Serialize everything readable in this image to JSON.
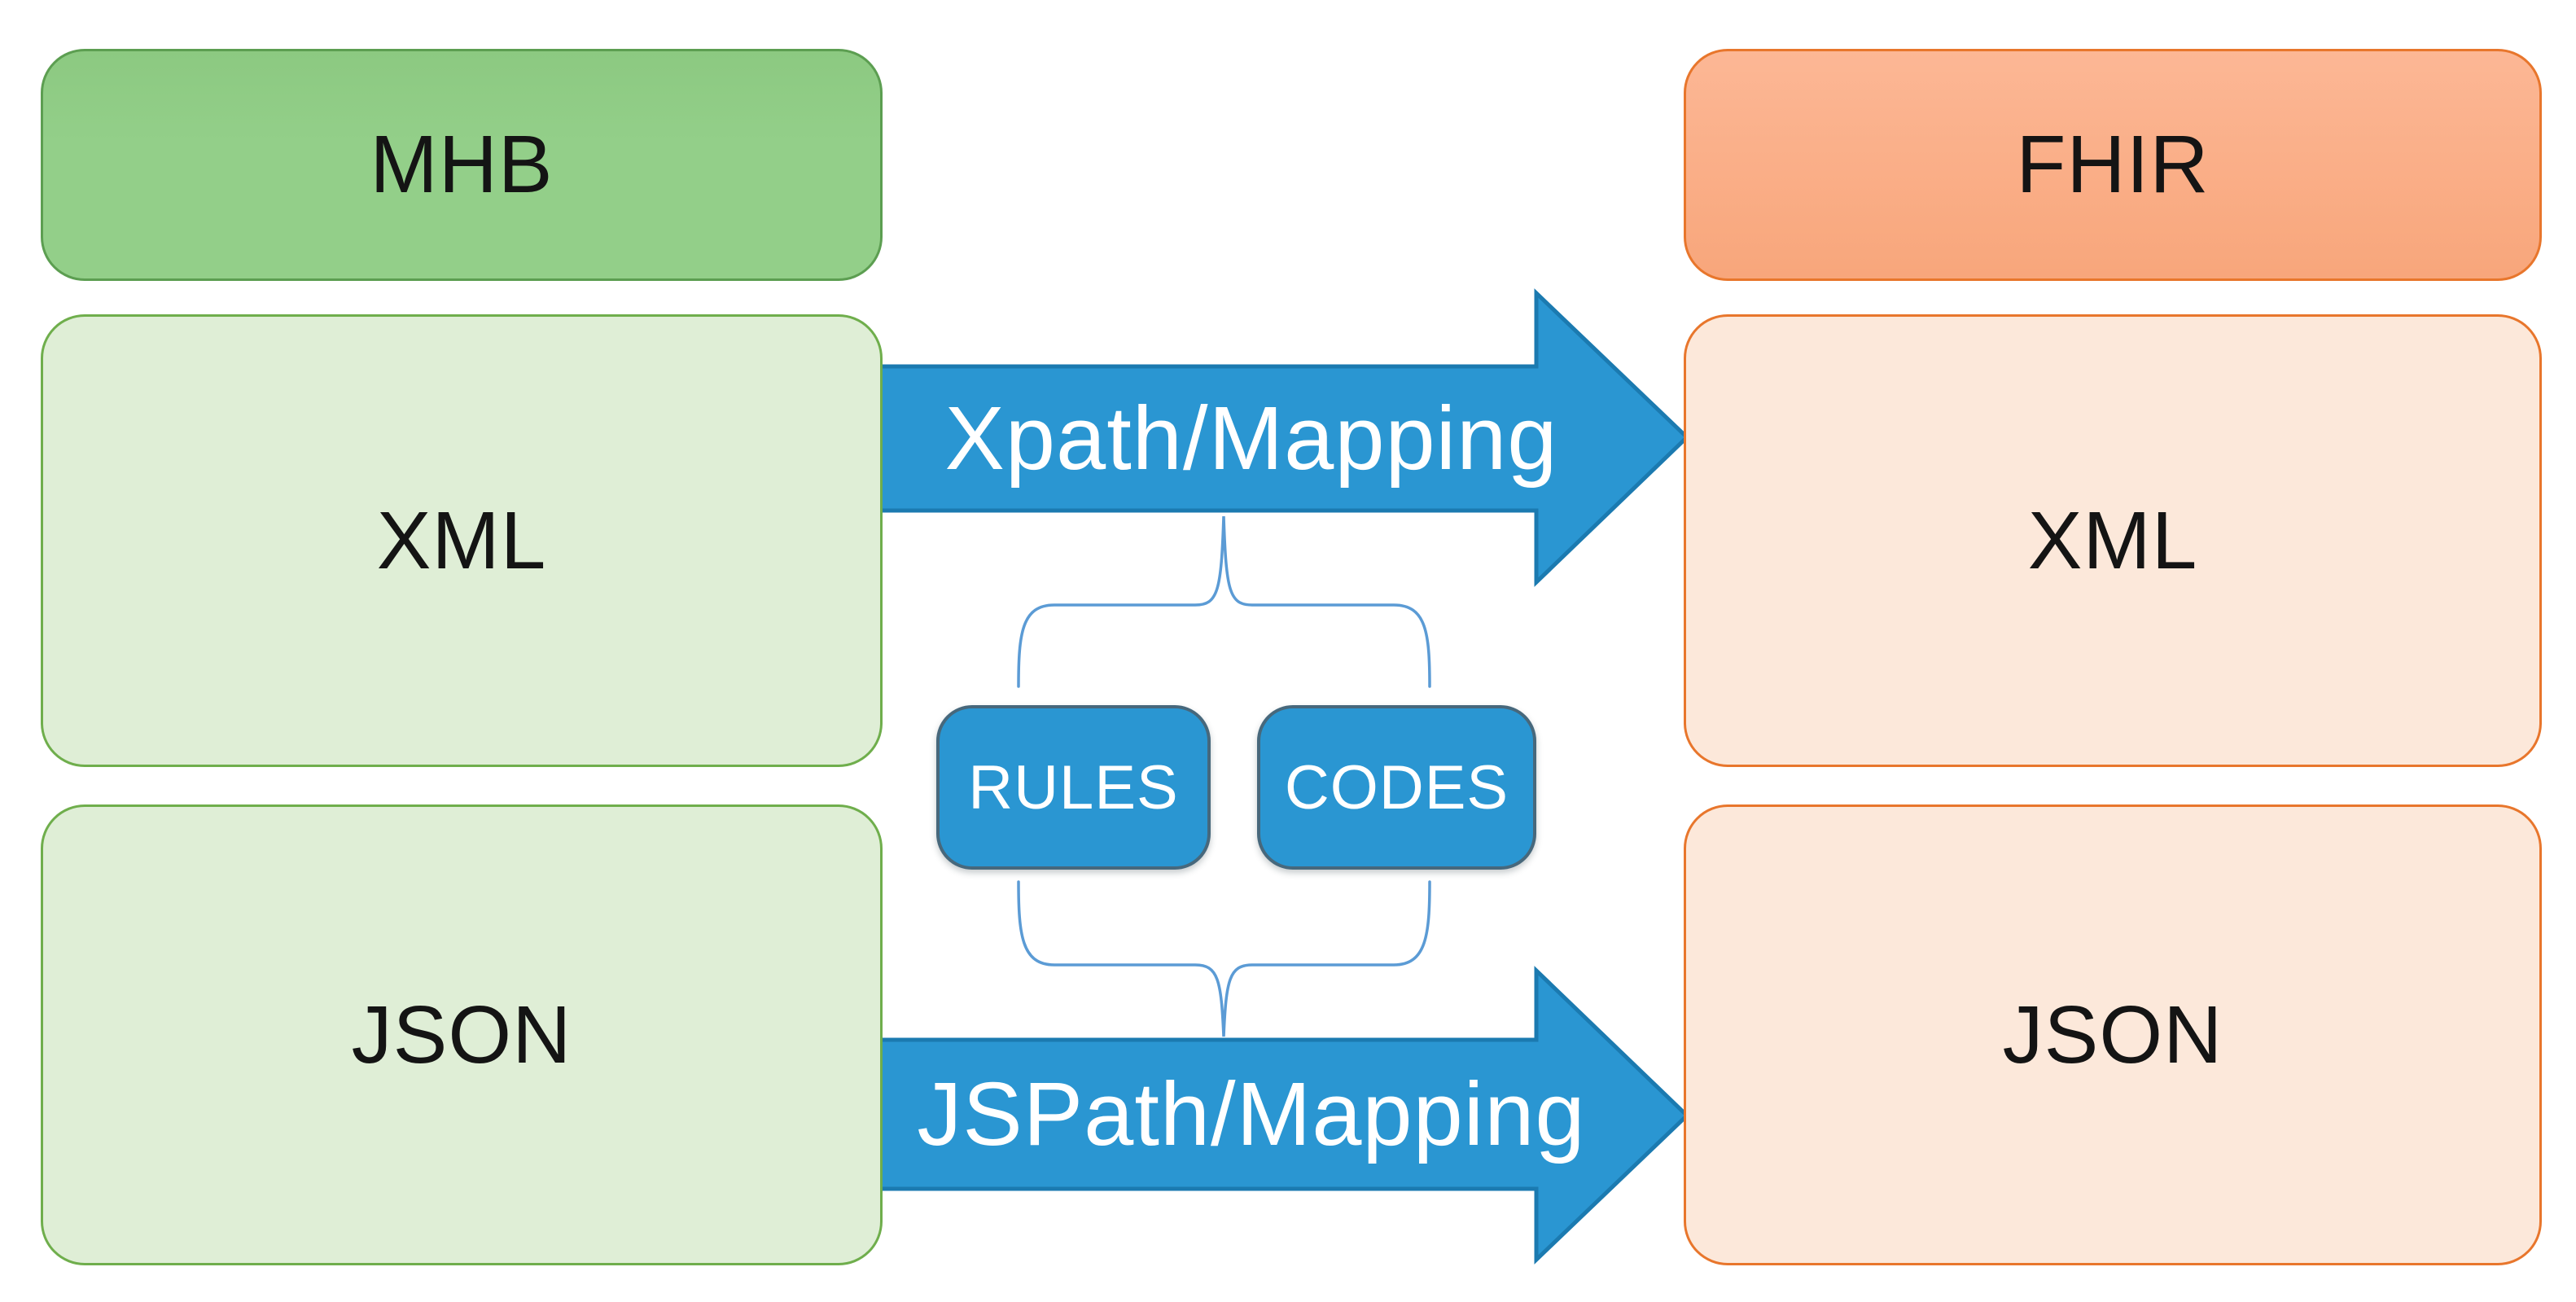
{
  "colors": {
    "green_fill_top": "#8cc981",
    "green_fill": "#93cf89",
    "green_border": "#5c9e51",
    "light_green_fill": "#dfeed6",
    "light_green_border": "#6fae4c",
    "orange_fill_top": "#fcb795",
    "orange_fill_bottom": "#f8a67b",
    "orange_border": "#e8762c",
    "light_orange_fill": "#fce8da",
    "blue": "#2a96d2",
    "blue_dark": "#1b7ab0",
    "blue_box_border": "#47687c",
    "brace": "#5b9bd5",
    "label_text": "#141414",
    "arrow_text": "#ffffff",
    "background": "#ffffff"
  },
  "left_column": {
    "header": "MHB",
    "formats": [
      {
        "label": "XML"
      },
      {
        "label": "JSON"
      }
    ]
  },
  "right_column": {
    "header": "FHIR",
    "formats": [
      {
        "label": "XML"
      },
      {
        "label": "JSON"
      }
    ]
  },
  "arrows": {
    "top": {
      "label": "Xpath/Mapping"
    },
    "bottom": {
      "label": "JSPath/Mapping"
    }
  },
  "shared_resources": {
    "boxes": [
      {
        "label": "RULES"
      },
      {
        "label": "CODES"
      }
    ]
  }
}
